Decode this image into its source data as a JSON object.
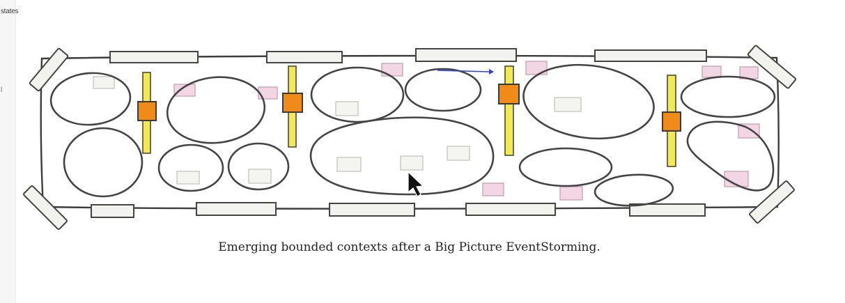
{
  "corner_label": "states",
  "rail_tick": "l",
  "caption": "Emerging bounded contexts after a Big Picture EventStorming.",
  "colors": {
    "outline": "#3d3d3d",
    "bounded_context": "#444444",
    "event_note": "#f4f4f1",
    "pivotal_event": "#f2f2ee",
    "pink_note": "#f3d6e4",
    "swimlane_bar": "#f2e85a",
    "process_square": "#f08a18",
    "arrow": "#3343c9"
  },
  "icons": {
    "cursor": "mouse-pointer-icon"
  }
}
